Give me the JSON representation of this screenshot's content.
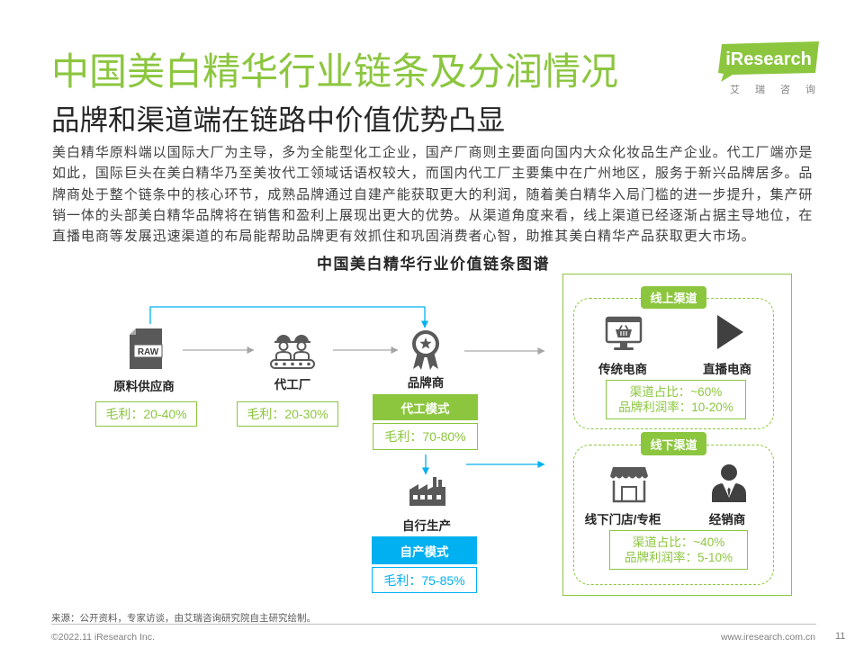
{
  "header": {
    "title": "中国美白精华行业链条及分润情况",
    "subtitle": "品牌和渠道端在链路中价值优势凸显"
  },
  "logo": {
    "wordmark": "iResearch",
    "chinese_name": "艾瑞咨询"
  },
  "intro": {
    "lines": [
      "美白精华原料端以国际大厂为主导，多为全能型化工企业，国产厂商则主要面向国内大众化妆品生产企业。代工厂端亦是",
      "如此，国际巨头在美白精华乃至美妆代工领域话语权较大，而国内代工厂主要集中在广州地区，服务于新兴品牌居多。品",
      "牌商处于整个链条中的核心环节，成熟品牌通过自建产能获取更大的利润，随着美白精华入局门槛的进一步提升，集产研",
      "销一体的头部美白精华品牌将在销售和盈利上展现出更大的优势。从渠道角度来看，线上渠道已经逐渐占据主导地位，在",
      "直播电商等发展迅速渠道的布局能帮助品牌更有效抓住和巩固消费者心智，助推其美白精华产品获取更大市场。"
    ]
  },
  "diagram": {
    "title": "中国美白精华行业价值链条图谱",
    "supplier": {
      "label": "原料供应商",
      "badge": "RAW",
      "margin": "毛利：20-40%",
      "icon": "raw-file-icon"
    },
    "oem": {
      "label": "代工厂",
      "margin": "毛利：20-30%",
      "icon": "factory-workers-icon"
    },
    "brand": {
      "label": "品牌商",
      "mode": "代工模式",
      "margin": "毛利：70-80%",
      "icon": "medal-star-icon"
    },
    "self_production": {
      "label": "自行生产",
      "mode": "自产模式",
      "margin": "毛利：75-85%",
      "icon": "factory-icon"
    },
    "channels": {
      "online": {
        "title": "线上渠道",
        "items": [
          {
            "label": "传统电商",
            "icon": "monitor-shopping-basket-icon"
          },
          {
            "label": "直播电商",
            "icon": "play-icon"
          }
        ],
        "share": "渠道占比：~60%",
        "brand_profit": "品牌利润率：10-20%"
      },
      "offline": {
        "title": "线下渠道",
        "items": [
          {
            "label": "线下门店/专柜",
            "icon": "storefront-icon"
          },
          {
            "label": "经销商",
            "icon": "businessman-icon"
          }
        ],
        "share": "渠道占比：~40%",
        "brand_profit": "品牌利润率：5-10%"
      }
    }
  },
  "footer": {
    "source": "来源：公开资料，专家访谈，由艾瑞咨询研究院自主研究绘制。",
    "copyright": "©2022.11 iResearch Inc.",
    "website": "www.iresearch.com.cn",
    "page_number": "11"
  },
  "colors": {
    "accent_green": "#8cc63f",
    "accent_cyan": "#00b0f0",
    "text": "#404040",
    "icon_gray": "#595959"
  }
}
